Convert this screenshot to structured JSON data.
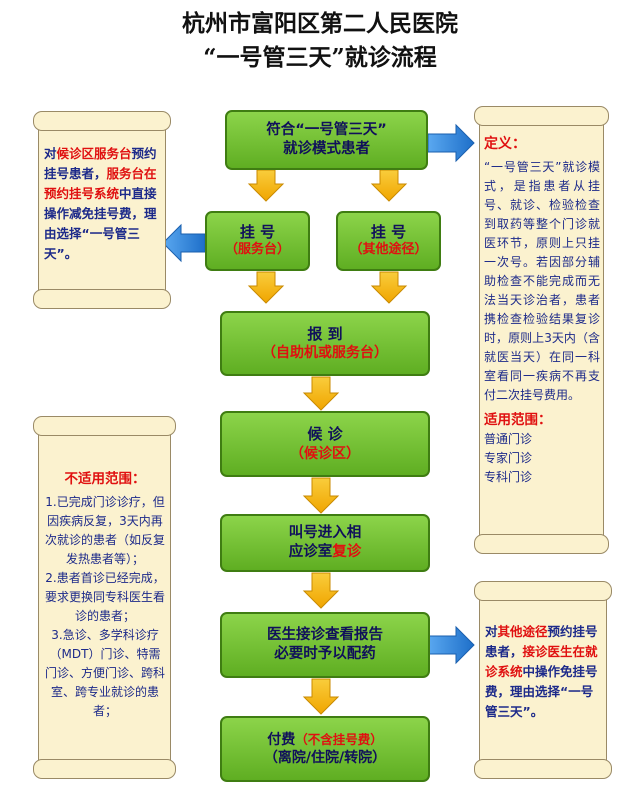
{
  "title": {
    "line1": "杭州市富阳区第二人民医院",
    "line2": "“一号管三天”就诊流程"
  },
  "boxes": {
    "eligible": {
      "line1": "符合“一号管三天”",
      "line2": "就诊模式患者"
    },
    "register_desk": {
      "main": "挂 号",
      "sub": "（服务台）"
    },
    "register_other": {
      "main": "挂 号",
      "sub": "（其他途径）"
    },
    "checkin": {
      "main": "报 到",
      "sub": "（自助机或服务台）"
    },
    "waiting": {
      "main": "候 诊",
      "sub": "（候诊区）"
    },
    "call": {
      "line1": "叫号进入相",
      "line2a": "应诊室",
      "line2b": "复诊"
    },
    "doctor": {
      "line1": "医生接诊查看报告",
      "line2": "必要时予以配药"
    },
    "pay": {
      "line1a": "付费",
      "line1b": "（不含挂号费）",
      "line2": "（离院/住院/转院）"
    }
  },
  "note_left_top": {
    "p1": "对",
    "p2": "候诊区服务台",
    "p3": "预约挂号患者，",
    "p4": "服务台在预约挂号系统",
    "p5": "中直接操作减免挂号费，理由选择“一号管三天”。"
  },
  "note_left_bottom": {
    "heading": "不适用范围：",
    "item1": "1.已完成门诊诊疗，但因疾病反复，3天内再次就诊的患者（如反复发热患者等）；",
    "item2": "2.患者首诊已经完成，要求更换同专科医生看诊的患者；",
    "item3": "3.急诊、多学科诊疗（MDT）门诊、特需门诊、方便门诊、跨科室、跨专业就诊的患者；"
  },
  "note_right_top": {
    "heading": "定义：",
    "body": "“一号管三天”就诊模式，是指患者从挂号、就诊、检验检查到取药等整个门诊就医环节，原则上只挂一次号。若因部分辅助检查不能完成而无法当天诊治者，患者携检查检验结果复诊时，原则上3天内（含就医当天）在同一科室看同一疾病不再支付二次挂号费用。",
    "scope_heading": "适用范围：",
    "scope": [
      "普通门诊",
      "专家门诊",
      "专科门诊"
    ]
  },
  "note_right_bottom": {
    "p1": "对",
    "p2": "其他途径",
    "p3": "预约挂号患者，",
    "p4": "接诊医生在就诊系统",
    "p5": "中操作免挂号费，理由选择“一号管三天”。"
  },
  "colors": {
    "box_green": "#7cc63a",
    "arrow_orange": "#f5b400",
    "arrow_blue": "#2a7fd6",
    "scroll_bg": "#fbf2cf",
    "accent_red": "#e01010",
    "text_navy": "#1d2a8a"
  }
}
